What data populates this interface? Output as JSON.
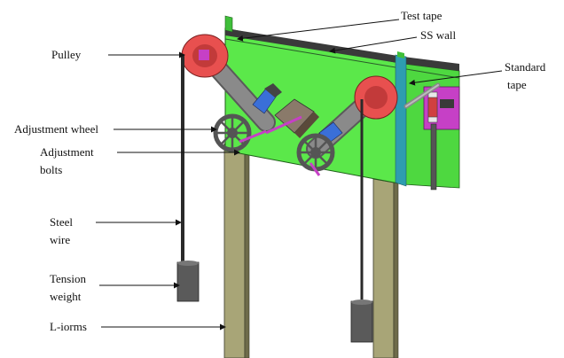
{
  "labels": {
    "test_tape": "Test tape",
    "ss_wall": "SS wall",
    "standard_tape_1": "Standard",
    "standard_tape_2": "tape",
    "pulley": "Pulley",
    "adjustment_wheel": "Adjustment wheel",
    "adjustment_bolts_1": "Adjustment",
    "adjustment_bolts_2": "bolts",
    "steel_wire_1": "Steel",
    "steel_wire_2": "wire",
    "tension_weight_1": "Tension",
    "tension_weight_2": "weight",
    "l_forms": "L-iorms"
  },
  "colors": {
    "panel_green": "#5BE84A",
    "panel_green_side": "#3FBF3A",
    "pulley_red": "#E8504F",
    "post_olive": "#A8A577",
    "post_dark": "#6E6B4A",
    "arm_grey": "#7A7A7A",
    "wire_dark": "#2A2A2A",
    "weight_dark": "#555555",
    "cyan_edge": "#2E9DB0",
    "magenta": "#C640C6",
    "blue_part": "#3A6FD8"
  }
}
